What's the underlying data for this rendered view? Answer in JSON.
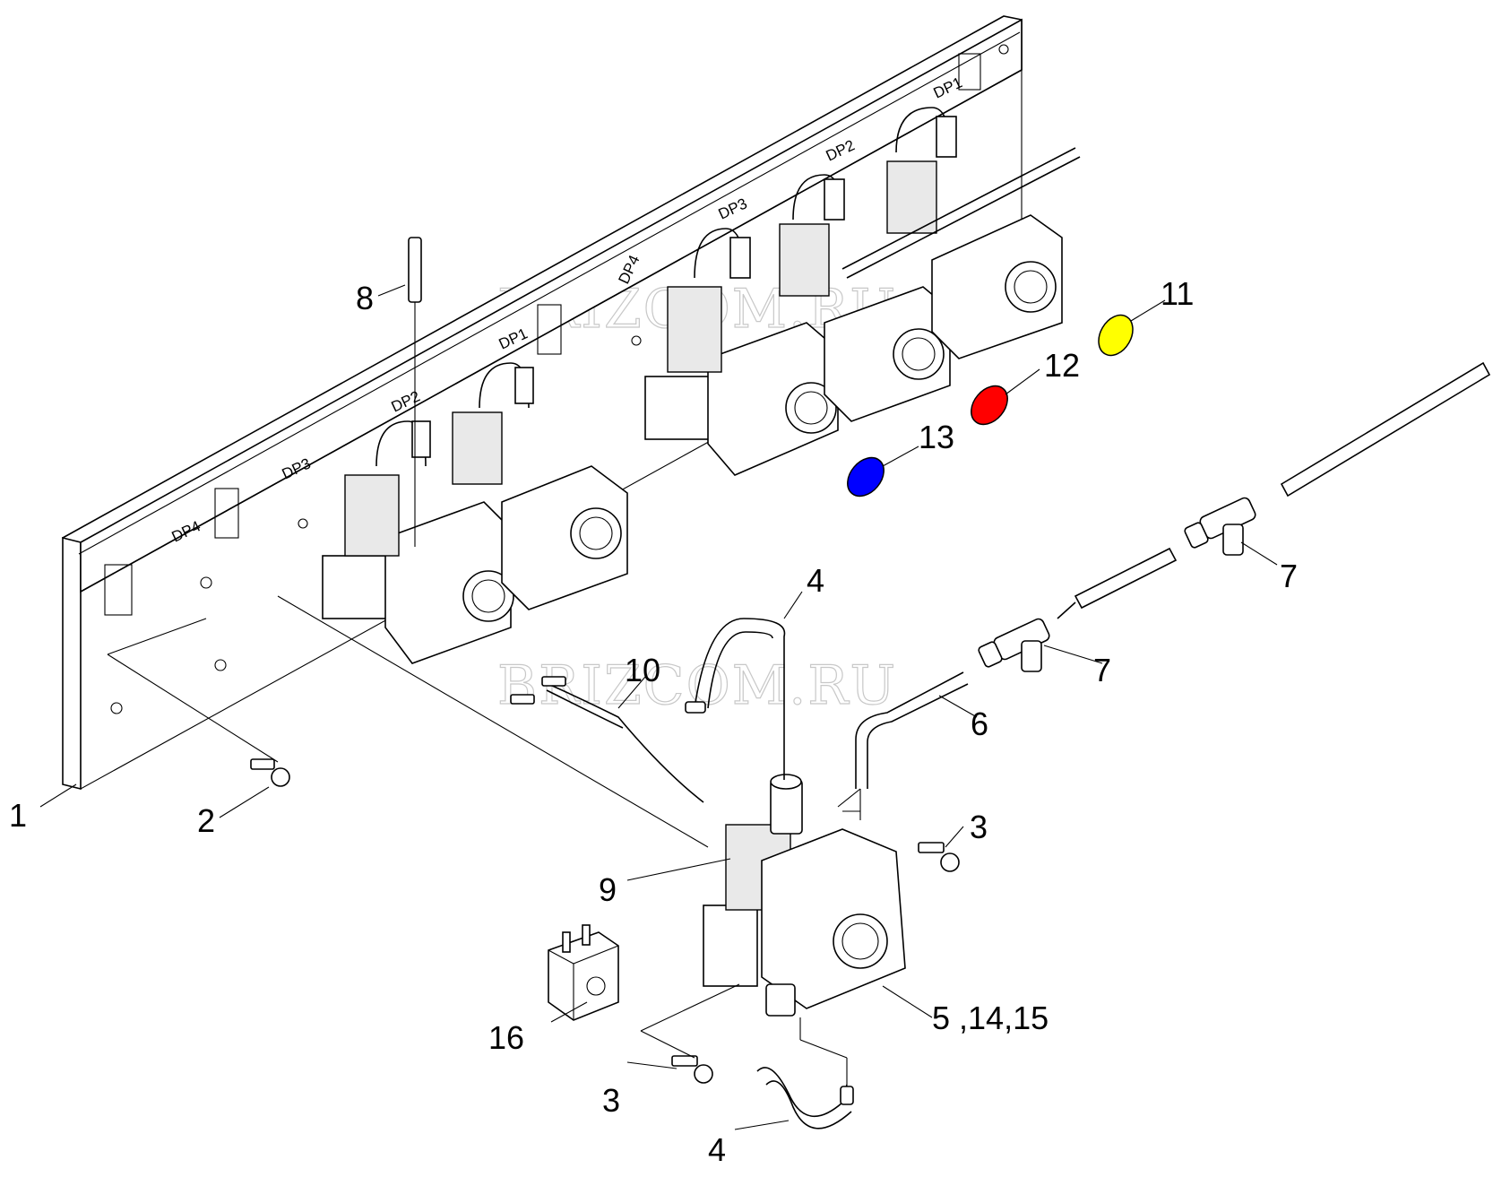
{
  "watermark": "BRIZCOM.RU",
  "plate_labels": [
    "DP1",
    "DP2",
    "DP3",
    "DP4"
  ],
  "callouts": {
    "c1": "1",
    "c2": "2",
    "c3a": "3",
    "c3b": "3",
    "c4a": "4",
    "c4b": "4",
    "c5": "5 ,14,15",
    "c6": "6",
    "c7a": "7",
    "c7b": "7",
    "c8": "8",
    "c9": "9",
    "c10": "10",
    "c11": "11",
    "c12": "12",
    "c13": "13",
    "c16": "16"
  },
  "colors": {
    "swatch_11": "#ffff00",
    "swatch_12": "#ff0000",
    "swatch_13": "#0000ff",
    "line": "#000000"
  }
}
